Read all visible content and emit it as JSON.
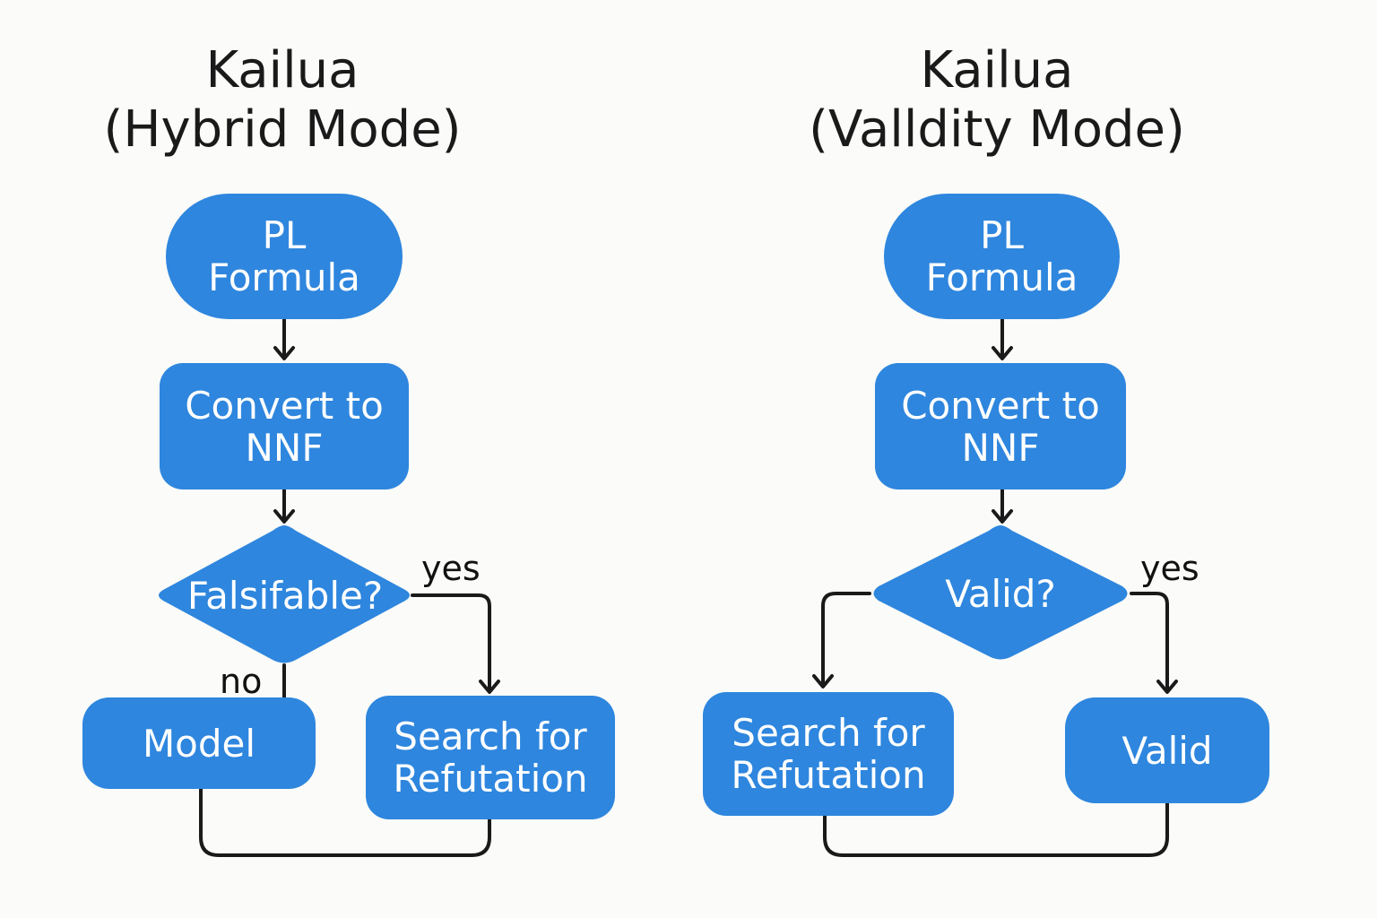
{
  "colors": {
    "node_fill": "#2e86de",
    "node_text": "#ffffff",
    "connector": "#1a1a1a",
    "background": "#fbfbf9"
  },
  "left": {
    "title_line1": "Kailua",
    "title_line2": "(Hybrid Mode)",
    "start_line1": "PL",
    "start_line2": "Formula",
    "convert_line1": "Convert to",
    "convert_line2": "NNF",
    "decision": "Falsifable?",
    "yes_label": "yes",
    "no_label": "no",
    "model": "Model",
    "search_line1": "Search for",
    "search_line2": "Refutation"
  },
  "right": {
    "title_line1": "Kailua",
    "title_line2": "(Valldity Mode)",
    "start_line1": "PL",
    "start_line2": "Formula",
    "convert_line1": "Convert to",
    "convert_line2": "NNF",
    "decision": "Valid?",
    "yes_label": "yes",
    "search_line1": "Search for",
    "search_line2": "Refutation",
    "valid": "Valid"
  }
}
